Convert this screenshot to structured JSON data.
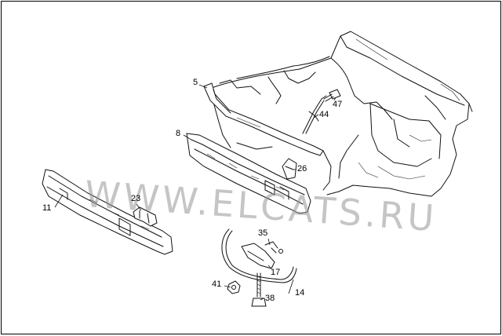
{
  "diagram": {
    "watermark": "WWW.ELCATS.RU",
    "callouts": {
      "p5": "5",
      "p8": "8",
      "p11": "11",
      "p14": "14",
      "p17": "17",
      "p23": "23",
      "p26": "26",
      "p35": "35",
      "p38": "38",
      "p41": "41",
      "p44": "44",
      "p47": "47"
    },
    "colors": {
      "line": "#111111",
      "background": "#ffffff",
      "watermark": "#969696"
    }
  }
}
